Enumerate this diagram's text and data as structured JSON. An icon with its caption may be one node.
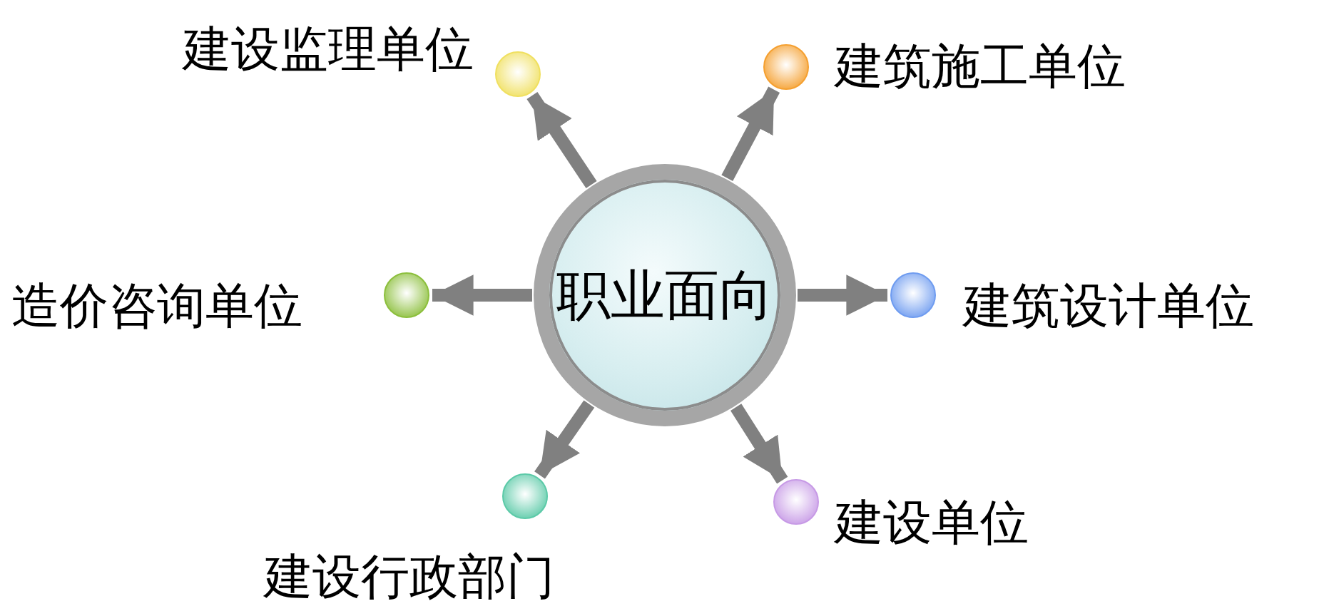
{
  "diagram": {
    "nodes": [
      {
        "text": [
          "职业面向"
        ]
      },
      {
        "text": [],
        "shape": "circle",
        "beside": [
          "建设监理单位"
        ]
      },
      {
        "text": [],
        "shape": "circle",
        "beside": [
          "建筑施工单位"
        ]
      },
      {
        "text": [],
        "shape": "circle",
        "beside": [
          "造价咨询单位"
        ]
      },
      {
        "text": [],
        "shape": "circle",
        "beside": [
          "建筑设计单位"
        ]
      },
      {
        "text": [],
        "shape": "circle",
        "beside": [
          "建设行政部门"
        ]
      },
      {
        "text": [],
        "shape": "circle",
        "beside": [
          "建设单位"
        ]
      }
    ],
    "edges": [
      {
        "from": 0,
        "to": 1,
        "arrow": "to"
      },
      {
        "from": 0,
        "to": 2,
        "arrow": "to"
      },
      {
        "from": 0,
        "to": 3,
        "arrow": "to"
      },
      {
        "from": 0,
        "to": 4,
        "arrow": "to"
      },
      {
        "from": 0,
        "to": 5,
        "arrow": "to"
      },
      {
        "from": 0,
        "to": 6,
        "arrow": "to"
      }
    ]
  }
}
